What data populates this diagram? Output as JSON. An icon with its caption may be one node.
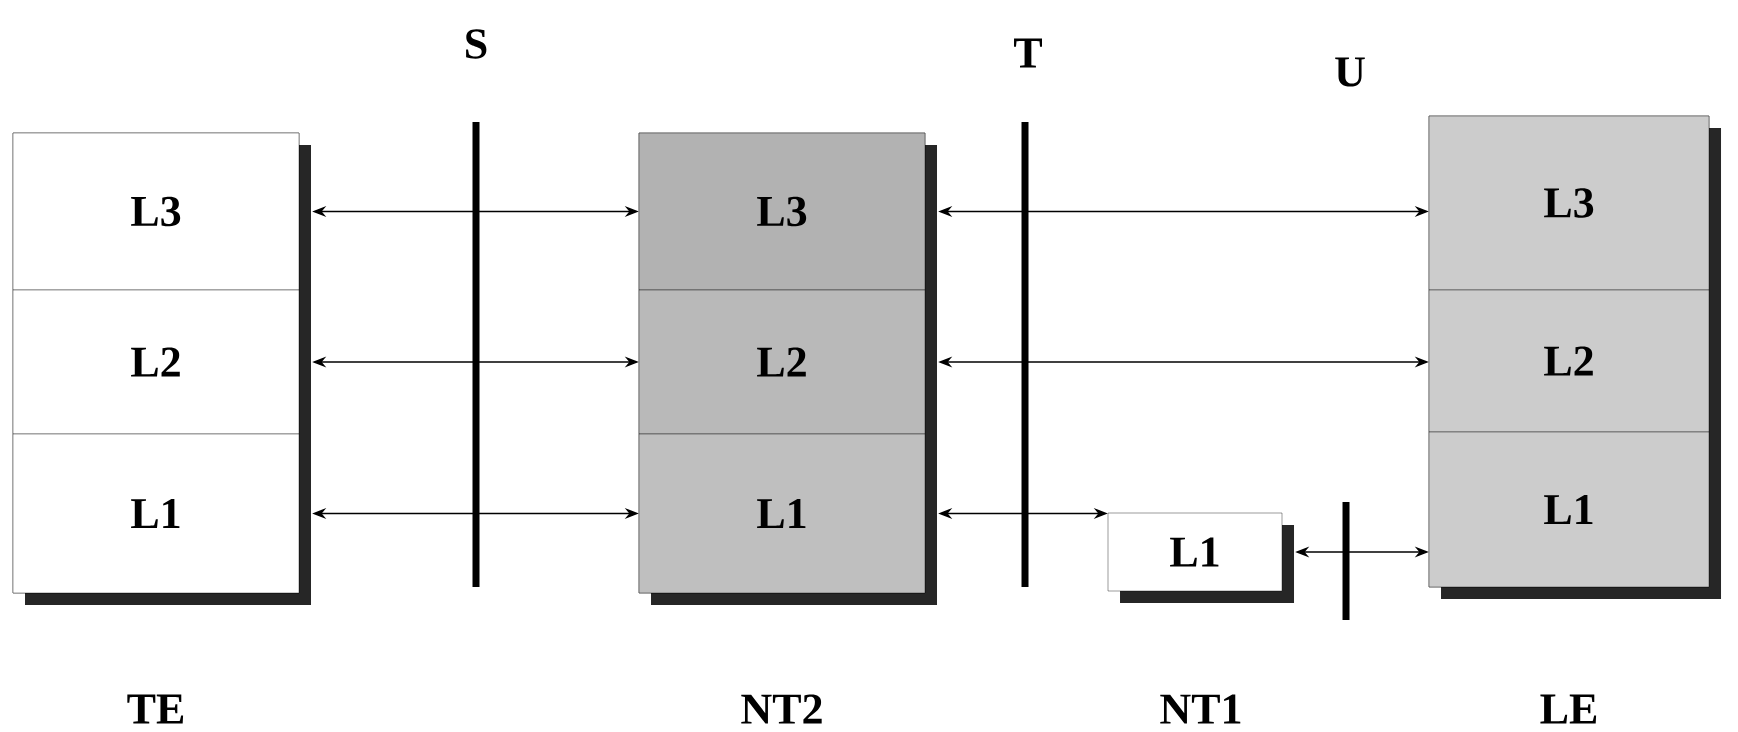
{
  "diagram": {
    "nodes": [
      {
        "text": [
          "TE"
        ]
      },
      {
        "text": [
          "L3"
        ],
        "in": 0
      },
      {
        "text": [
          "L2"
        ],
        "in": 0
      },
      {
        "text": [
          "L1"
        ],
        "in": 0
      },
      {
        "text": [
          "NT2"
        ]
      },
      {
        "text": [
          "L3"
        ],
        "in": 4
      },
      {
        "text": [
          "L2"
        ],
        "in": 4
      },
      {
        "text": [
          "L1"
        ],
        "in": 4
      },
      {
        "text": [
          "L1"
        ],
        "beside": [
          "NT1"
        ]
      },
      {
        "text": [
          "LE"
        ]
      },
      {
        "text": [
          "L3"
        ],
        "in": 9
      },
      {
        "text": [
          "L2"
        ],
        "in": 9
      },
      {
        "text": [
          "L1"
        ],
        "in": 9
      }
    ],
    "edges": [
      {
        "from": 1,
        "to": 5,
        "arrow": "both"
      },
      {
        "from": 2,
        "to": 6,
        "arrow": "both"
      },
      {
        "from": 3,
        "to": 7,
        "arrow": "both"
      },
      {
        "from": 5,
        "to": 10,
        "arrow": "both"
      },
      {
        "from": 6,
        "to": 11,
        "arrow": "both"
      },
      {
        "from": 7,
        "to": 8,
        "arrow": "both"
      },
      {
        "from": 8,
        "to": 12,
        "arrow": "both"
      }
    ],
    "labels": [
      "S",
      "T",
      "U"
    ]
  }
}
